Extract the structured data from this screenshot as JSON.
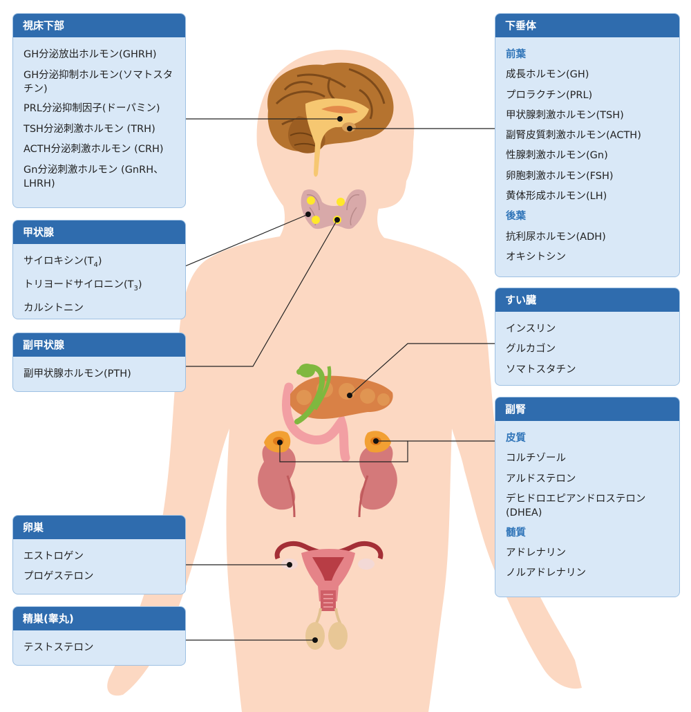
{
  "colors": {
    "header_bg": "#2f6cae",
    "box_bg": "#d9e8f7",
    "box_border": "#9ec0e2",
    "subheading": "#2f74b8",
    "body_skin": "#fcd8c2",
    "leader_line": "#222222"
  },
  "boxes": {
    "hypothalamus": {
      "title": "視床下部",
      "items": [
        "GH分泌放出ホルモン(GHRH)",
        "GH分泌抑制ホルモン(ソマトスタチン)",
        "PRL分泌抑制因子(ドーパミン)",
        "TSH分泌刺激ホルモン (TRH)",
        "ACTH分泌刺激ホルモン (CRH)",
        "Gn分泌刺激ホルモン (GnRH、LHRH)"
      ]
    },
    "thyroid": {
      "title": "甲状腺",
      "item0": {
        "text": "サイロキシン(T",
        "sub": "4",
        "end": ")"
      },
      "item1": {
        "text": "トリヨードサイロニン(T",
        "sub": "3",
        "end": ")"
      },
      "item2": "カルシトニン"
    },
    "parathyroid": {
      "title": "副甲状腺",
      "items": [
        "副甲状腺ホルモン(PTH)"
      ]
    },
    "ovary": {
      "title": "卵巣",
      "items": [
        "エストロゲン",
        "プロゲステロン"
      ]
    },
    "testis": {
      "title": "精巣(睾丸)",
      "items": [
        "テストステロン"
      ]
    },
    "pituitary": {
      "title": "下垂体",
      "anterior_label": "前葉",
      "anterior": [
        "成長ホルモン(GH)",
        "プロラクチン(PRL)",
        "甲状腺刺激ホルモン(TSH)",
        "副腎皮質刺激ホルモン(ACTH)",
        "性腺刺激ホルモン(Gn)",
        "卵胞刺激ホルモン(FSH)",
        "黄体形成ホルモン(LH)"
      ],
      "posterior_label": "後葉",
      "posterior": [
        "抗利尿ホルモン(ADH)",
        "オキシトシン"
      ]
    },
    "pancreas": {
      "title": "すい臓",
      "items": [
        "インスリン",
        "グルカゴン",
        "ソマトスタチン"
      ]
    },
    "adrenal": {
      "title": "副腎",
      "cortex_label": "皮質",
      "cortex": [
        "コルチゾール",
        "アルドステロン",
        "デヒドロエピアンドロステロン(DHEA)"
      ],
      "medulla_label": "髄質",
      "medulla": [
        "アドレナリン",
        "ノルアドレナリン"
      ]
    }
  }
}
